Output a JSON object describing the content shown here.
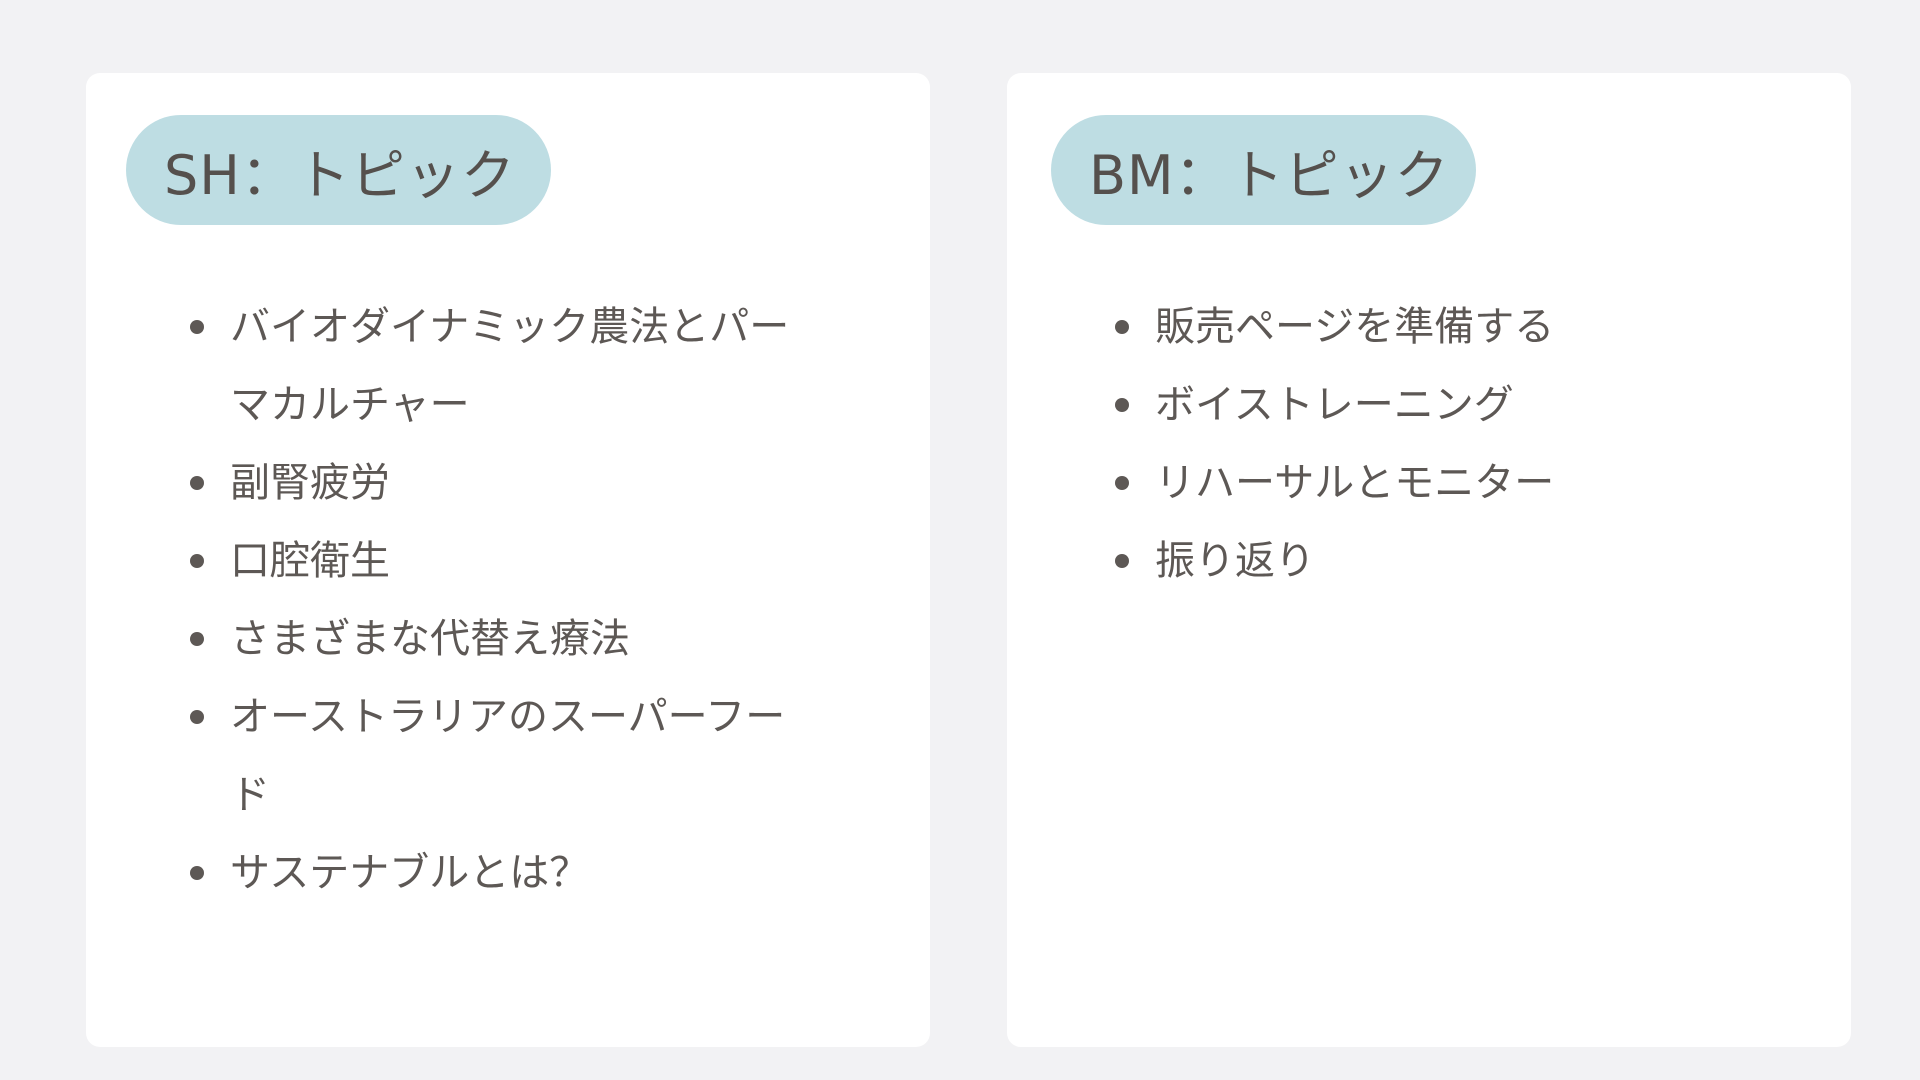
{
  "colors": {
    "background": "#f2f2f4",
    "card": "#ffffff",
    "pill": "#bedde3",
    "text": "#55504d"
  },
  "cards": [
    {
      "title": "SH：トピック",
      "items": [
        "バイオダイナミック農法とパーマカルチャー",
        "副腎疲労",
        "口腔衛生",
        "さまざまな代替え療法",
        "オーストラリアのスーパーフード",
        "サステナブルとは？"
      ]
    },
    {
      "title": "BM：トピック",
      "items": [
        "販売ページを準備する",
        "ボイストレーニング",
        "リハーサルとモニター",
        "振り返り"
      ]
    }
  ]
}
